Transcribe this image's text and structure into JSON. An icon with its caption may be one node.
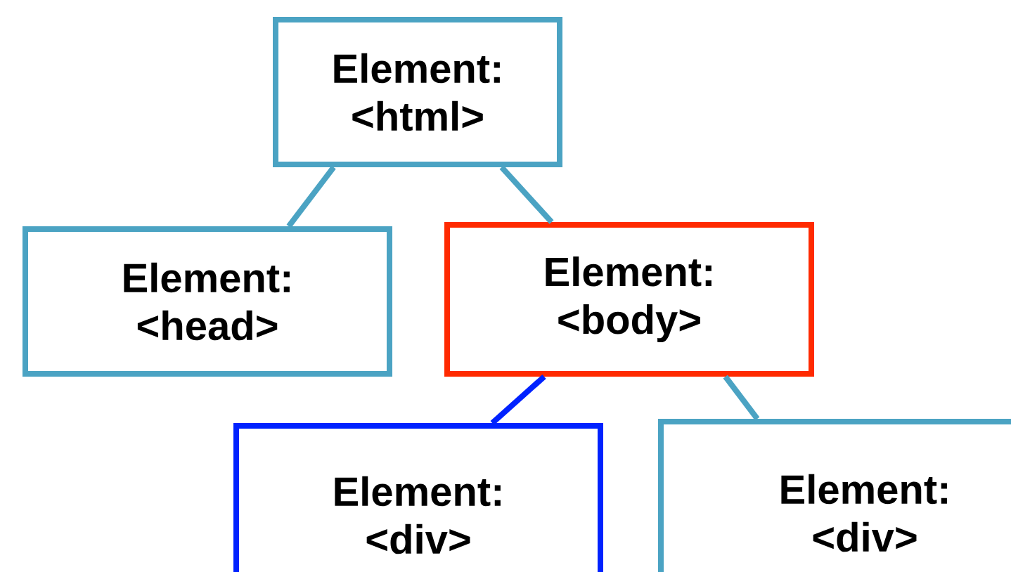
{
  "diagram": {
    "nodes": [
      {
        "text": [
          "Element: <html>"
        ]
      },
      {
        "text": [
          "Element: <head>"
        ]
      },
      {
        "text": [
          "Element: <body>"
        ]
      },
      {
        "text": [
          "Element: <div>"
        ]
      },
      {
        "text": [
          "Element: <div>"
        ]
      }
    ],
    "edges": [
      {
        "from": 0,
        "to": 1,
        "arrow": "none"
      },
      {
        "from": 0,
        "to": 2,
        "arrow": "none"
      },
      {
        "from": 2,
        "to": 3,
        "arrow": "none",
        "color": "#0022ff"
      },
      {
        "from": 2,
        "to": 4,
        "arrow": "none"
      }
    ]
  }
}
